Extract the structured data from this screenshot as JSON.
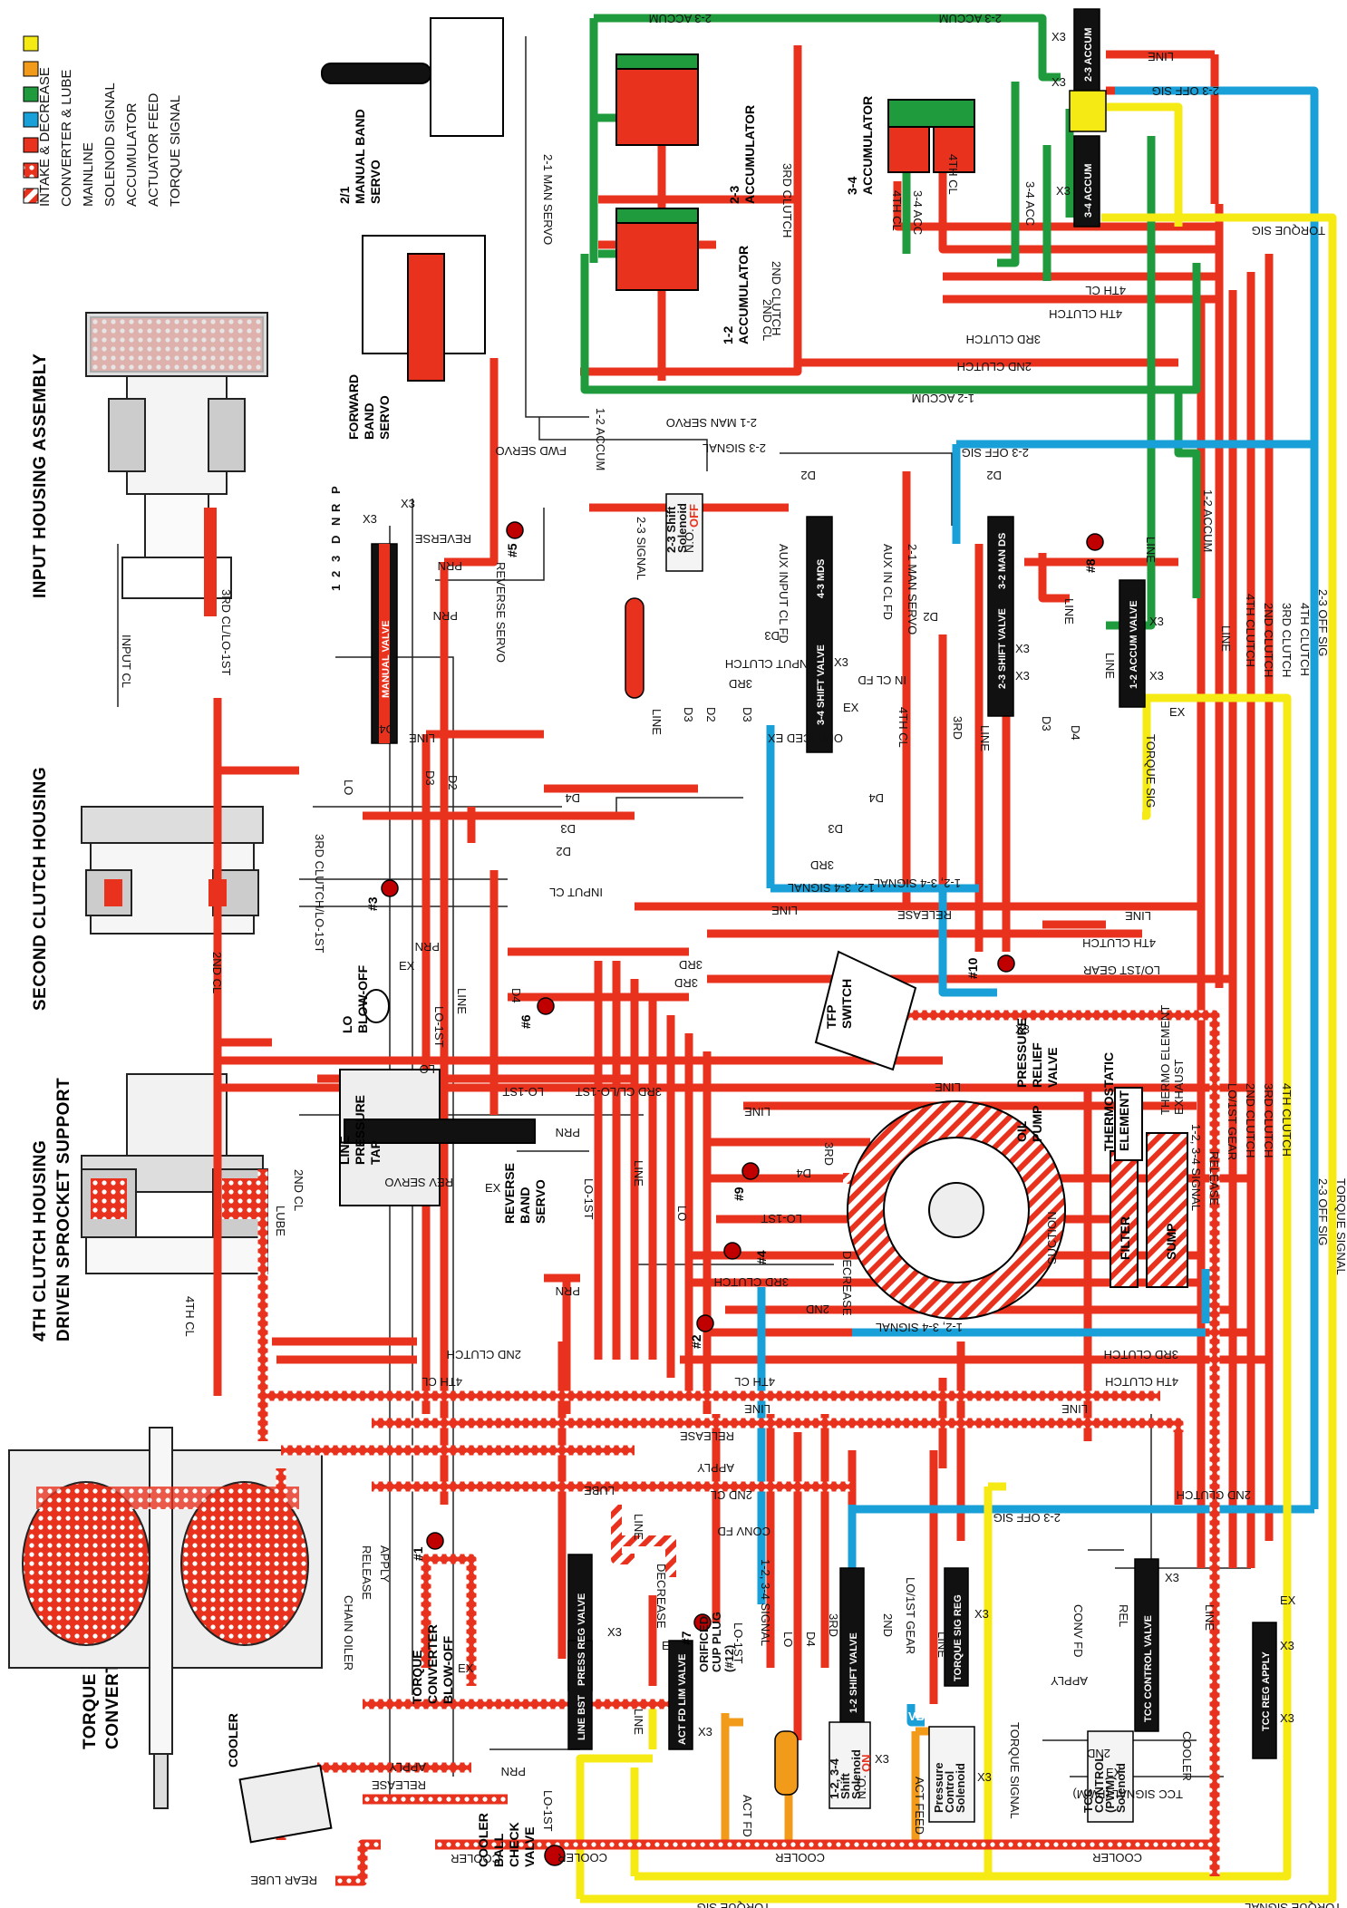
{
  "colors": {
    "intake": "#e8321e",
    "converter": "#e8321e",
    "mainline": "#e8321e",
    "solenoid": "#1aa0d8",
    "accumulator": "#1f9a3c",
    "actuator": "#f29a1a",
    "torque": "#f5ea14",
    "exhaust": "#ffffff",
    "outline": "#222222"
  },
  "legend": [
    {
      "label": "INTAKE & DECREASE",
      "swatch": "stripe"
    },
    {
      "label": "CONVERTER & LUBE",
      "swatch": "dots"
    },
    {
      "label": "MAINLINE",
      "swatch": "red"
    },
    {
      "label": "SOLENOID SIGNAL",
      "swatch": "blue"
    },
    {
      "label": "ACCUMULATOR",
      "swatch": "green"
    },
    {
      "label": "ACTUATOR FEED",
      "swatch": "orange"
    },
    {
      "label": "TORQUE SIGNAL",
      "swatch": "yellow"
    }
  ],
  "titles": {
    "input_housing": "INPUT HOUSING ASSEMBLY",
    "second_clutch": "SECOND CLUTCH HOUSING",
    "fourth_clutch_1": "4TH CLUTCH HOUSING",
    "fourth_clutch_2": "DRIVEN SPROCKET SUPPORT",
    "torque_converter_1": "TORQUE",
    "torque_converter_2": "CONVERTER"
  },
  "components": {
    "manual_band_servo": [
      "2/1",
      "MANUAL BAND",
      "SERVO"
    ],
    "forward_band_servo": [
      "FORWARD",
      "BAND",
      "SERVO"
    ],
    "acc_23": [
      "2-3",
      "ACCUMULATOR"
    ],
    "acc_12": [
      "1-2",
      "ACCUMULATOR"
    ],
    "acc_34": [
      "3-4",
      "ACCUMULATOR"
    ],
    "lo_blowoff": [
      "LO",
      "BLOW-OFF"
    ],
    "line_pressure_tap": [
      "LINE",
      "PRESSURE",
      "TAP"
    ],
    "reverse_band_servo": [
      "REVERSE",
      "BAND",
      "SERVO"
    ],
    "tfp_switch": [
      "TFP",
      "SWITCH"
    ],
    "pressure_relief": [
      "PRESSURE",
      "RELIEF",
      "VALVE"
    ],
    "oil_pump": [
      "OIL",
      "PUMP"
    ],
    "thermostatic": [
      "THERMOSTATIC",
      "ELEMENT"
    ],
    "thermo_exhaust": [
      "THERMO ELEMENT",
      "EXHAUST"
    ],
    "filter": "FILTER",
    "sump": "SUMP",
    "suction": "SUCTION",
    "tc_blowoff": [
      "TORQUE",
      "CONVERTER",
      "BLOW-OFF"
    ],
    "cooler": "COOLER",
    "cooler_ball_check": [
      "COOLER",
      "BALL",
      "CHECK",
      "VALVE"
    ],
    "orificed_cup_plug": [
      "ORIFICED",
      "CUP PLUG",
      "(#12)"
    ],
    "pcs": [
      "Pressure",
      "Control",
      "Solenoid"
    ],
    "sol_12_34": [
      "1-2, 3-4",
      "Shift",
      "Solenoid"
    ],
    "sol_23": [
      "2-3 Shift",
      "Solenoid"
    ],
    "tcc_sol": [
      "TCC",
      "CONTROL",
      "(PWM)",
      "Solenoid"
    ]
  },
  "valves": {
    "manual": "MANUAL VALVE",
    "shift34": "3-4 SHIFT VALVE",
    "md43": "4-3 MDS",
    "shift23": "2-3 SHIFT VALVE",
    "md32": "3-2 MAN DS",
    "acc12": "1-2 ACCUM VALVE",
    "acc23": "2-3 ACCUM",
    "acc34": "3-4 ACCUM",
    "pressreg": "PRESS REG VALVE",
    "linebst": "LINE BST",
    "actfd": "ACT FD LIM VALVE",
    "shift12": "1-2 SHIFT VALVE",
    "tsreg": "TORQUE SIG REG",
    "tccctrl": "TCC CONTROL VALVE",
    "tccreg": "TCC REG APPLY"
  },
  "states": {
    "no": "N.O.",
    "off": "OFF",
    "on": "ON",
    "vbs": "VBS"
  },
  "range": {
    "p": "P",
    "r": "R",
    "n": "N",
    "d": "D",
    "three": "3",
    "two": "2",
    "one": "1"
  },
  "balls": [
    "#1",
    "#2",
    "#3",
    "#4",
    "#5",
    "#6",
    "#7",
    "#8",
    "#9",
    "#10"
  ],
  "labels": {
    "acc23": "2-3 ACCUM",
    "line": "LINE",
    "off23": "2-3 OFF SIG",
    "torque": "TORQUE SIG",
    "torque_signal": "TORQUE SIGNAL",
    "servo21": "2-1 MAN SERVO",
    "cl3": "3RD CLUTCH",
    "cl2": "2ND CLUTCH",
    "cl4": "4TH CLUTCH",
    "cl4s": "4TH CL",
    "acc12": "1-2 ACCUM",
    "acc34": "3-4 ACC",
    "fwd": "FWD SERVO",
    "sig23": "2-3 SIGNAL",
    "d2": "D2",
    "d3": "D3",
    "d4": "D4",
    "rev": "REVERSE",
    "prn": "PRN",
    "revservo": "REVERSE SERVO",
    "auxin": "AUX INPUT CL FD",
    "auxin2": "AUX IN CL FD",
    "inputcl": "INPUT CLUTCH",
    "incl": "IN CL FD",
    "inputcl_s": "INPUT CL",
    "inputcl_v": "INPUT CL",
    "third": "3RD",
    "orex": "ORIFICED EX",
    "sig1234": "1-2, 3-4 SIGNAL",
    "lo1": "LO/1ST GEAR",
    "lo": "LO",
    "lo1st": "LO-1ST",
    "cl3lo": "3RD CL/LO-1ST",
    "cl3lo2": "3RD CLUTCH/LO-1ST",
    "revservo_s": "REV SERVO",
    "release": "RELEASE",
    "apply": "APPLY",
    "lube": "LUBE",
    "convfd": "CONV FD",
    "decrease": "DECREASE",
    "cl2s": "2ND CL",
    "second": "2ND",
    "actfd": "ACT FD",
    "actfeed": "ACT FEED",
    "coolerl": "COOLER",
    "rearlube": "REAR LUBE",
    "tccsig": "TCC SIGNAL (PWM)",
    "chainoiler": "CHAIN OILER",
    "rel": "REL",
    "ex": "EX",
    "x3": "X3",
    "sig1234b": "1-2, 3-4 SIGNAL"
  }
}
